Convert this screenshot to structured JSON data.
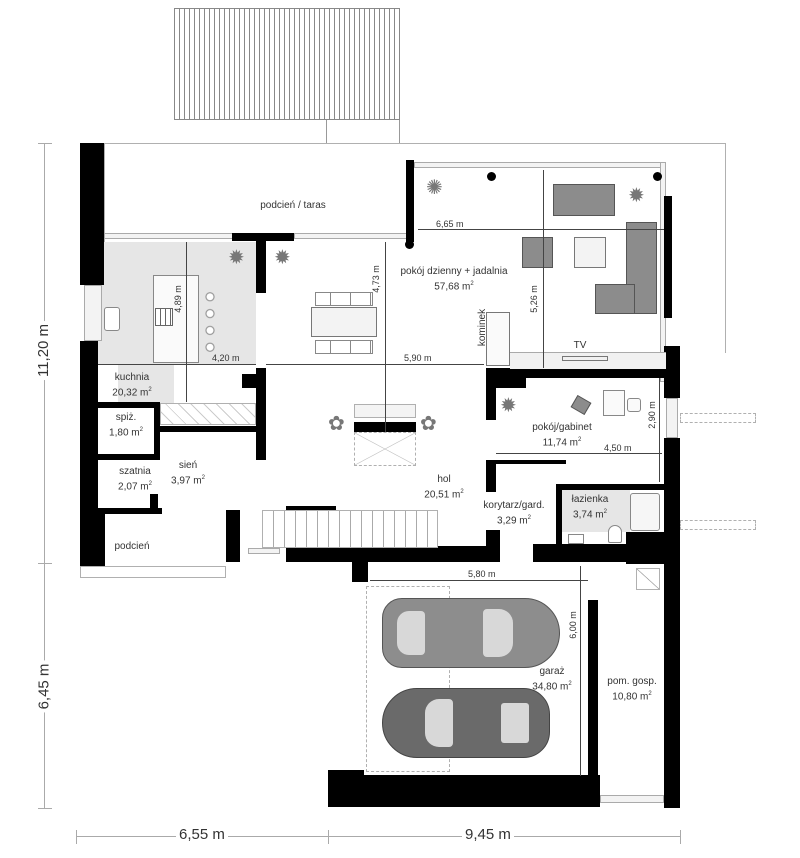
{
  "plan": {
    "rooms": [
      {
        "id": "terrace",
        "name": "podcień / taras",
        "area": ""
      },
      {
        "id": "living",
        "name": "pokój dzienny + jadalnia",
        "area": "57,68 m"
      },
      {
        "id": "kitchen",
        "name": "kuchnia",
        "area": "20,32 m"
      },
      {
        "id": "pantry",
        "name": "spiż.",
        "area": "1,80 m"
      },
      {
        "id": "wardrobe",
        "name": "szatnia",
        "area": "2,07 m"
      },
      {
        "id": "vestibule",
        "name": "sień",
        "area": "3,97 m"
      },
      {
        "id": "hall",
        "name": "hol",
        "area": "20,51 m"
      },
      {
        "id": "office",
        "name": "pokój/gabinet",
        "area": "11,74 m"
      },
      {
        "id": "corridor",
        "name": "korytarz/gard.",
        "area": "3,29 m"
      },
      {
        "id": "bathroom",
        "name": "łazienka",
        "area": "3,74 m"
      },
      {
        "id": "porch",
        "name": "podcień",
        "area": ""
      },
      {
        "id": "garage",
        "name": "garaż",
        "area": "34,80 m"
      },
      {
        "id": "utility",
        "name": "pom. gosp.",
        "area": "10,80 m"
      }
    ],
    "area_unit_sup": "2",
    "fixtures": {
      "fireplace": "kominek",
      "tv": "TV"
    },
    "dimensions": {
      "living_width": "6,65 m",
      "living_depth": "5,26 m",
      "dining_depth": "4,73 m",
      "kitchen_depth": "4,89 m",
      "kitchen_width": "4,20 m",
      "hall_width": "5,90 m",
      "office_width": "4,50 m",
      "office_depth": "2,90 m",
      "garage_width": "5,80 m",
      "garage_depth": "6,00 m"
    },
    "overall": {
      "left_top": "11,20 m",
      "left_bottom": "6,45 m",
      "bottom_left": "6,55 m",
      "bottom_right": "9,45 m"
    }
  }
}
